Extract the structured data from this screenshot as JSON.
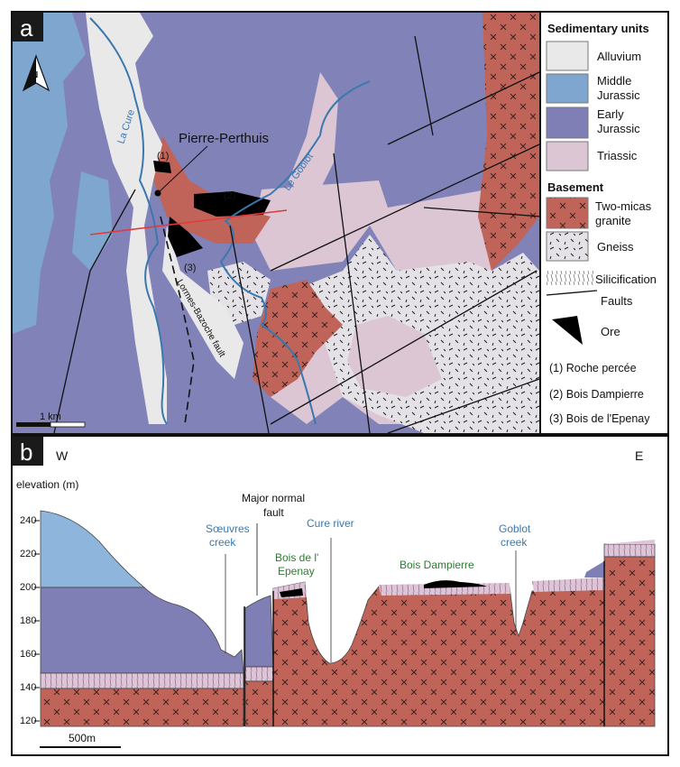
{
  "panel_a": {
    "letter": "a",
    "north": "N",
    "scale": "1 km",
    "place_labels": {
      "town": "Pierre-Perthuis",
      "river_cure": "La Cure",
      "river_goblot": "Le Goblot",
      "fault": "Lormes-Bazoche fault",
      "site1": "(1)",
      "site2": "(2)",
      "site3": "(3)"
    },
    "legend": {
      "sed_title": "Sedimentary units",
      "alluvium": "Alluvium",
      "middle_jurassic": [
        "Middle",
        "Jurassic"
      ],
      "early_jurassic": [
        "Early",
        "Jurassic"
      ],
      "triassic": "Triassic",
      "basement_title": "Basement",
      "granite": [
        "Two-micas",
        "granite"
      ],
      "gneiss": "Gneiss",
      "silicification": "Silicification",
      "faults": "Faults",
      "ore": "Ore",
      "site1": "(1) Roche percée",
      "site2": "(2) Bois Dampierre",
      "site3": "(3) Bois de l'Epenay"
    },
    "colors": {
      "alluvium": "#e9e9ea",
      "middle_jurassic": "#7fa6cf",
      "early_jurassic": "#7f7fb6",
      "triassic": "#dcc6d4",
      "granite": "#c0645a",
      "gneiss": "#e4e2e6",
      "river": "#3a78ad",
      "section_line": "#e23a3a"
    }
  },
  "panel_b": {
    "letter": "b",
    "west": "W",
    "east": "E",
    "ylabel": "elevation (m)",
    "yticks": [
      "240",
      "220",
      "200",
      "180",
      "160",
      "140",
      "120"
    ],
    "labels": {
      "soeuvres": [
        "Sœuvres",
        "creek"
      ],
      "fault": [
        "Major normal",
        "fault"
      ],
      "epenay": [
        "Bois de l'",
        "Epenay"
      ],
      "cure": [
        "Cure river"
      ],
      "dampierre": "Bois Dampierre",
      "goblot": [
        "Goblot",
        "creek"
      ]
    },
    "scale": "500m"
  }
}
